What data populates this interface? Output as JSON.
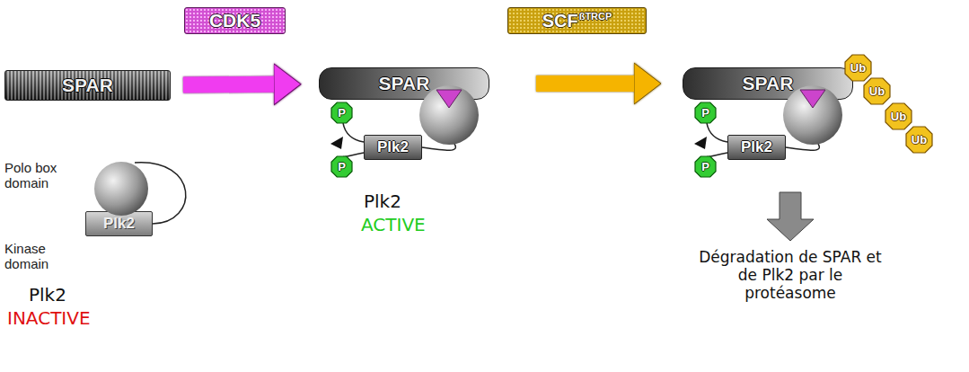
{
  "diagram": {
    "nodes": [
      {
        "text": [
          "CDK5"
        ]
      },
      {
        "text": [
          "SCF",
          "ßTRCP"
        ]
      },
      {
        "text": [
          "SPAR"
        ]
      },
      {
        "text": [
          "Plk2"
        ]
      },
      {
        "text": [
          "SPAR"
        ]
      },
      {
        "text": [
          "P"
        ]
      },
      {
        "text": [
          "P"
        ]
      },
      {
        "text": [
          "Plk2"
        ]
      },
      {
        "text": [
          "SPAR"
        ]
      },
      {
        "text": [
          "Ub"
        ]
      },
      {
        "text": [
          "Ub"
        ]
      },
      {
        "text": [
          "Ub"
        ]
      },
      {
        "text": [
          "Ub"
        ]
      },
      {
        "text": [
          "P"
        ]
      },
      {
        "text": [
          "P"
        ]
      },
      {
        "text": [
          "Plk2"
        ]
      }
    ],
    "edges": [
      {
        "from": 2,
        "to": 4,
        "arrow": "to"
      },
      {
        "from": 4,
        "to": 8,
        "arrow": "to"
      }
    ],
    "labels": [
      "Polo box domain",
      "Kinase domain",
      "Plk2",
      "INACTIVE",
      "Plk2",
      "ACTIVE",
      "Dégradation de SPAR et de Plk2 par le protéasome"
    ]
  }
}
